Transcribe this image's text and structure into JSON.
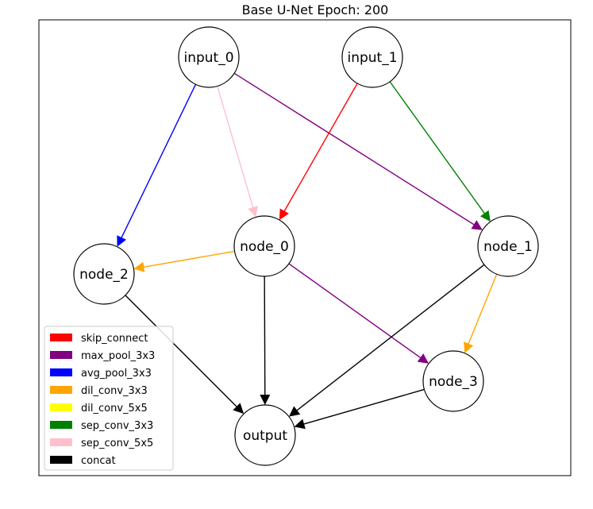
{
  "title": "Base U-Net Epoch: 200",
  "nodes": {
    "input_0": "input_0",
    "input_1": "input_1",
    "node_0": "node_0",
    "node_1": "node_1",
    "node_2": "node_2",
    "node_3": "node_3",
    "output": "output"
  },
  "edges": [
    {
      "from": "input_0",
      "to": "node_2",
      "op": "avg_pool_3x3"
    },
    {
      "from": "input_0",
      "to": "node_0",
      "op": "sep_conv_5x5"
    },
    {
      "from": "input_0",
      "to": "node_1",
      "op": "max_pool_3x3"
    },
    {
      "from": "input_1",
      "to": "node_0",
      "op": "skip_connect"
    },
    {
      "from": "input_1",
      "to": "node_1",
      "op": "sep_conv_3x3"
    },
    {
      "from": "node_0",
      "to": "node_2",
      "op": "dil_conv_3x3"
    },
    {
      "from": "node_0",
      "to": "node_3",
      "op": "max_pool_3x3"
    },
    {
      "from": "node_0",
      "to": "output",
      "op": "concat"
    },
    {
      "from": "node_1",
      "to": "node_3",
      "op": "dil_conv_3x3"
    },
    {
      "from": "node_1",
      "to": "output",
      "op": "concat"
    },
    {
      "from": "node_2",
      "to": "output",
      "op": "concat"
    },
    {
      "from": "node_3",
      "to": "output",
      "op": "concat"
    }
  ],
  "legend": [
    {
      "label": "skip_connect",
      "color": "#ff0000"
    },
    {
      "label": "max_pool_3x3",
      "color": "#800080"
    },
    {
      "label": "avg_pool_3x3",
      "color": "#0000ff"
    },
    {
      "label": "dil_conv_3x3",
      "color": "#ffa500"
    },
    {
      "label": "dil_conv_5x5",
      "color": "#ffff00"
    },
    {
      "label": "sep_conv_3x3",
      "color": "#008000"
    },
    {
      "label": "sep_conv_5x5",
      "color": "#ffc0cb"
    },
    {
      "label": "concat",
      "color": "#000000"
    }
  ]
}
